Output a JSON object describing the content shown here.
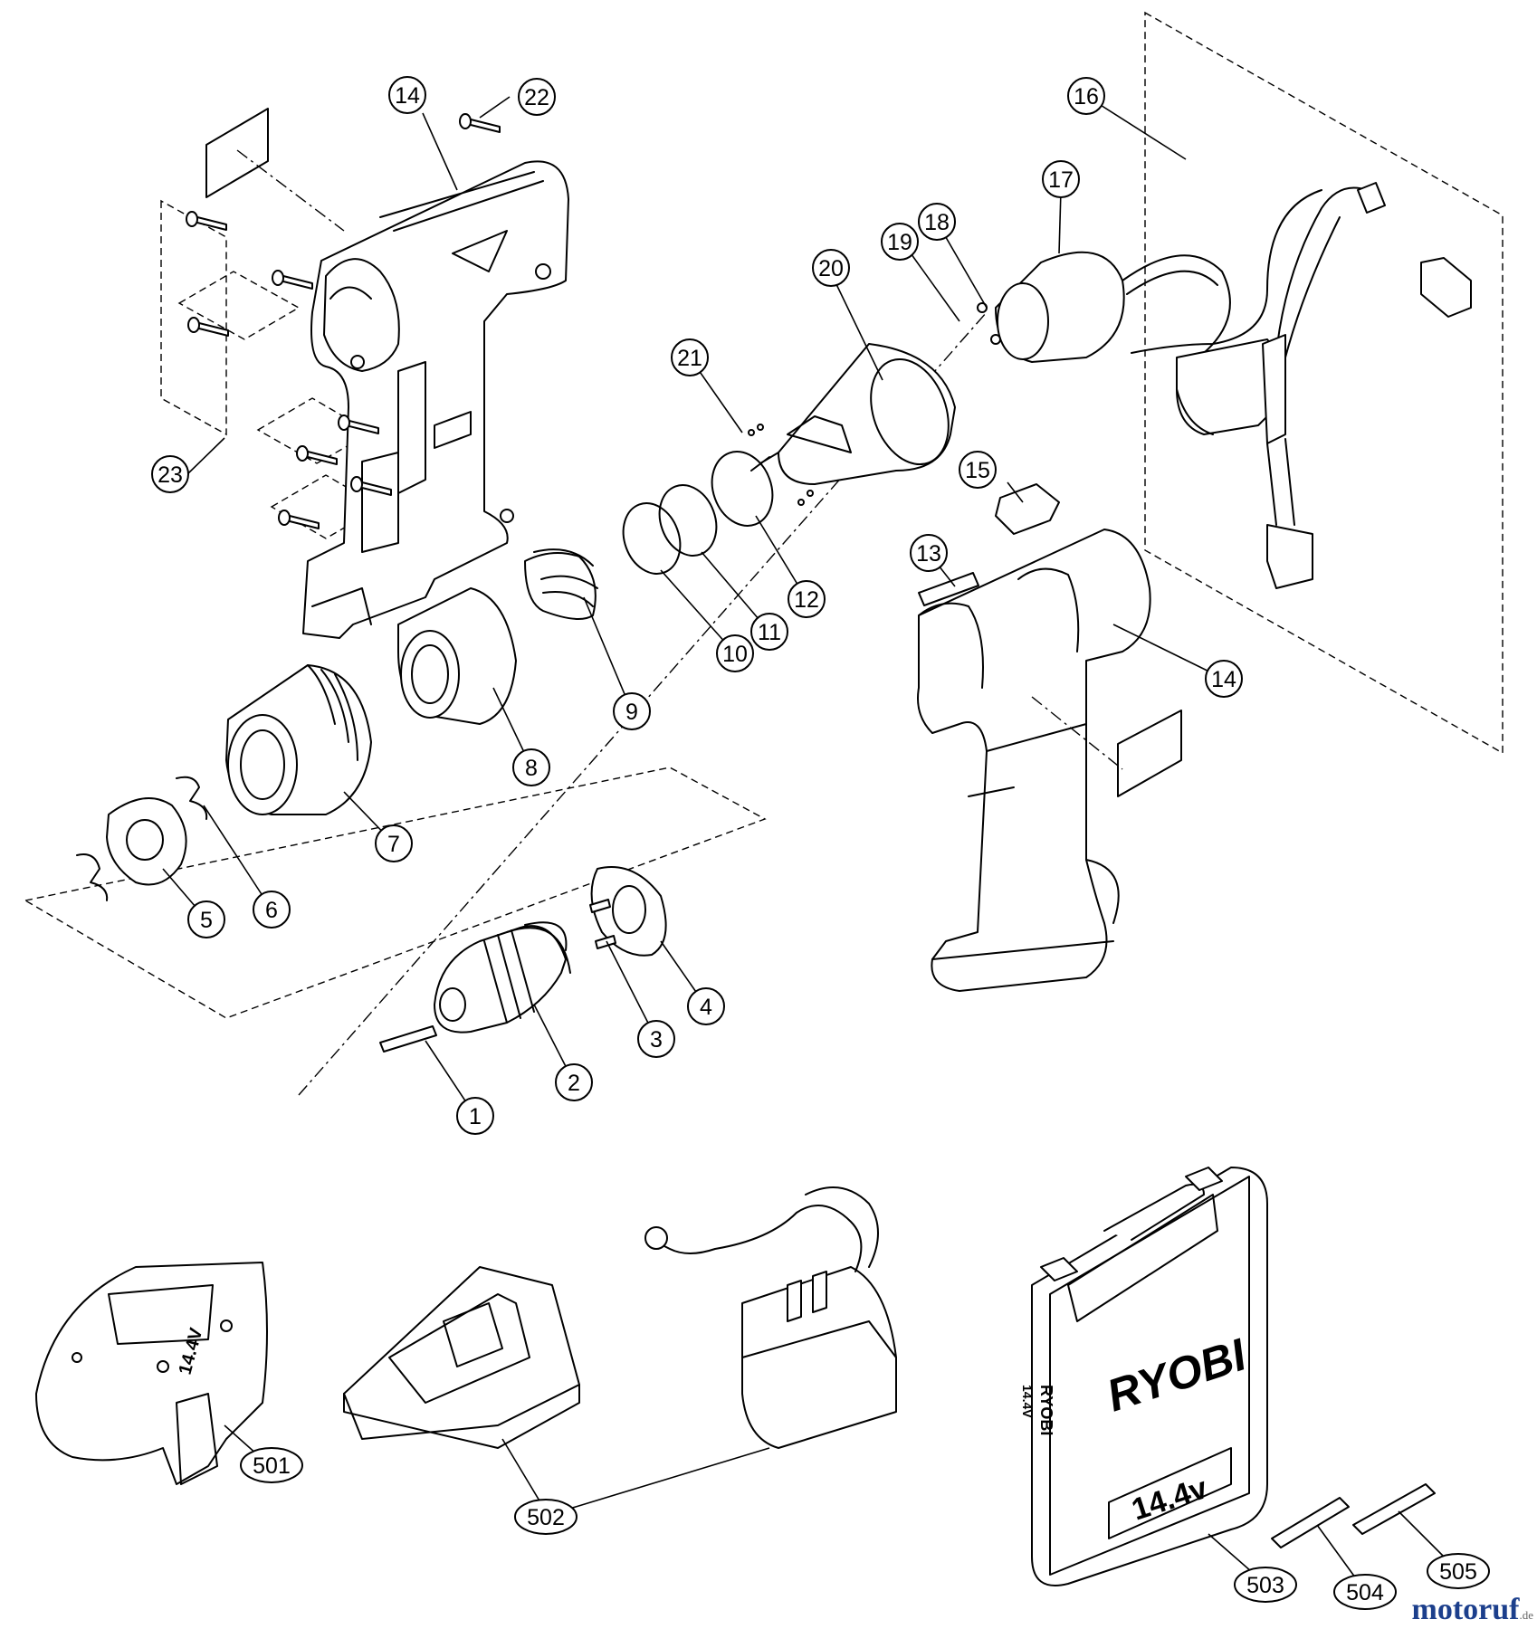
{
  "callouts": [
    {
      "label": "1"
    },
    {
      "label": "2"
    },
    {
      "label": "3"
    },
    {
      "label": "4"
    },
    {
      "label": "5"
    },
    {
      "label": "6"
    },
    {
      "label": "7"
    },
    {
      "label": "8"
    },
    {
      "label": "9"
    },
    {
      "label": "10"
    },
    {
      "label": "11"
    },
    {
      "label": "12"
    },
    {
      "label": "13"
    },
    {
      "label": "14"
    },
    {
      "label": "14"
    },
    {
      "label": "15"
    },
    {
      "label": "16"
    },
    {
      "label": "17"
    },
    {
      "label": "18"
    },
    {
      "label": "19"
    },
    {
      "label": "20"
    },
    {
      "label": "21"
    },
    {
      "label": "22"
    },
    {
      "label": "23"
    },
    {
      "label": "501"
    },
    {
      "label": "502"
    },
    {
      "label": "503"
    },
    {
      "label": "504"
    },
    {
      "label": "505"
    }
  ],
  "printed": {
    "battery_voltage": "14.4V",
    "case_brand": "RYOBI",
    "case_voltage": "14.4v",
    "case_side_brand": "RYOBI",
    "case_side_voltage": "14.4V"
  },
  "watermark": {
    "text": "motoruf",
    "suffix": ".de"
  }
}
